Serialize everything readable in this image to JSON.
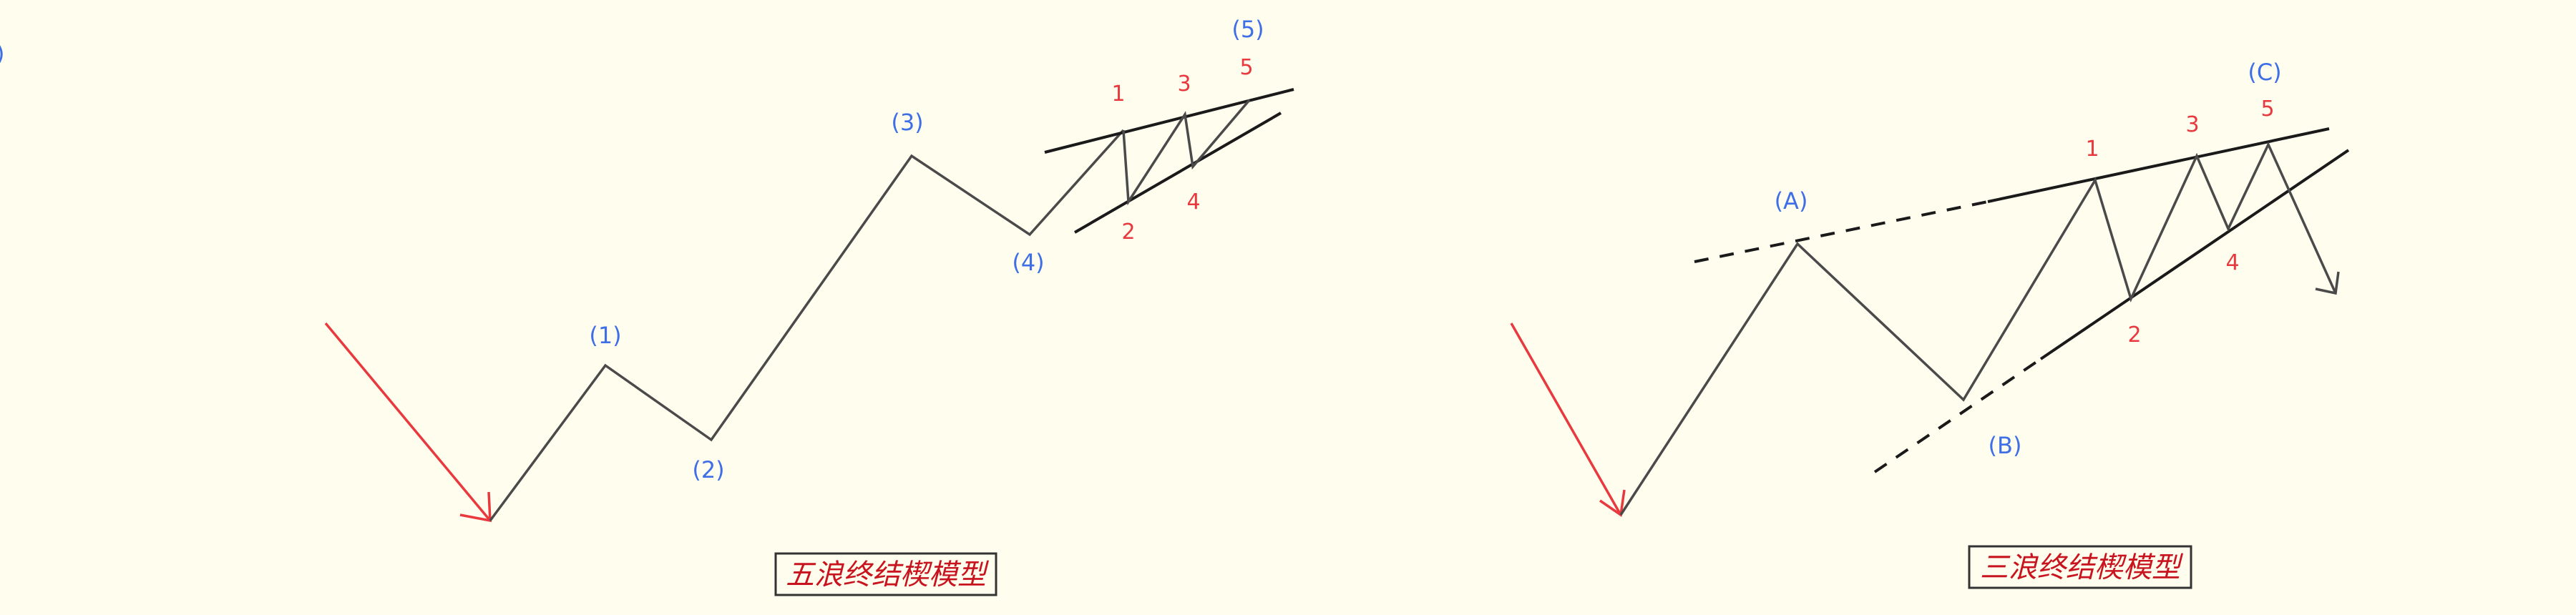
{
  "colors": {
    "background": "#fffdee",
    "line": "#444444",
    "boundary": "#111111",
    "arrow_red": "#e8393f",
    "label_blue": "#3f6fe6",
    "label_red": "#e8393f",
    "caption_red": "#c8141e"
  },
  "diagram_five_wave": {
    "caption": "五浪终结楔模型",
    "major_labels": [
      "(1)",
      "(2)",
      "(3)",
      "(4)",
      "(5)"
    ],
    "minor_labels": [
      "1",
      "2",
      "3",
      "4",
      "5"
    ]
  },
  "diagram_three_wave": {
    "caption": "三浪终结楔模型",
    "major_labels": [
      "(A)",
      "(B)",
      "(C)"
    ],
    "minor_labels": [
      "1",
      "2",
      "3",
      "4",
      "5"
    ]
  },
  "edge_mark": ")"
}
